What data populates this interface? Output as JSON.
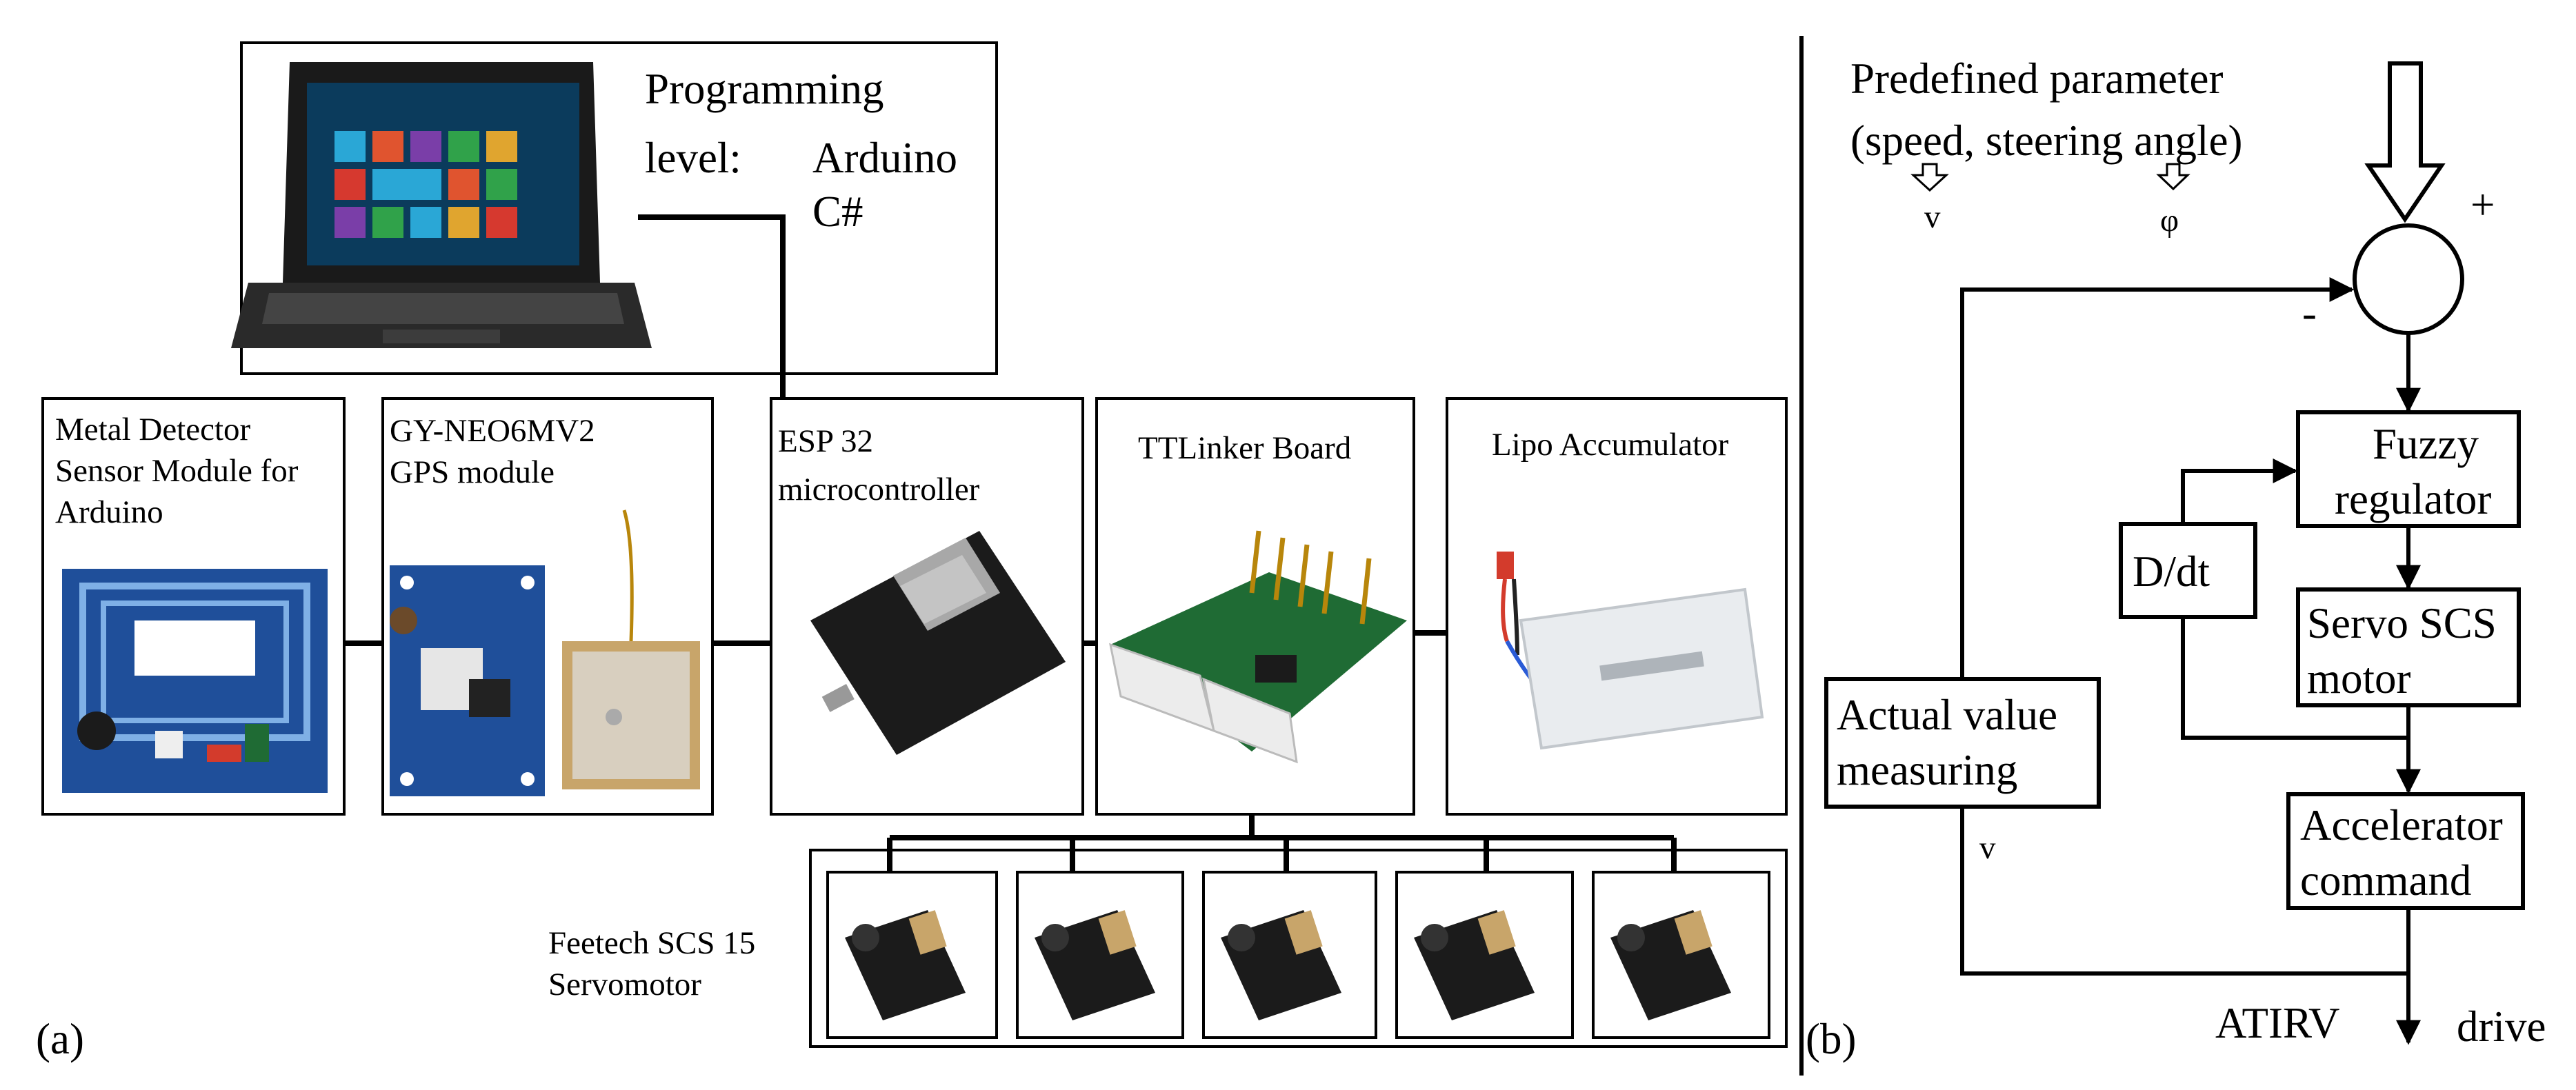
{
  "panel_a": {
    "label": "(a)",
    "laptop": {
      "line1": "Programming",
      "line2": "level:",
      "line3a": "Arduino",
      "line3b": "C#"
    },
    "metal_detector": {
      "line1": "Metal Detector",
      "line2": "Sensor Module for",
      "line3": "Arduino"
    },
    "gps": {
      "line1": "GY-NEO6MV2",
      "line2": "GPS module"
    },
    "esp32": {
      "line1": "ESP 32",
      "line2": "microcontroller"
    },
    "ttlinker": {
      "line1": "TTLinker Board"
    },
    "lipo": {
      "line1": "Lipo Accumulator"
    },
    "servo_group": {
      "line1": "Feetech SCS 15",
      "line2": "Servomotor"
    }
  },
  "panel_b": {
    "label": "(b)",
    "predefined": {
      "line1": "Predefined parameter",
      "line2": "(speed, steering angle)"
    },
    "v_symbol": "v",
    "phi_symbol": "φ",
    "plus": "+",
    "minus": "-",
    "fuzzy": {
      "line1": "Fuzzy",
      "line2": "regulator"
    },
    "ddt": "D/dt",
    "servo": {
      "line1": "Servo SCS",
      "line2": "motor"
    },
    "actual": {
      "line1": "Actual value",
      "line2": "measuring"
    },
    "accelerator": {
      "line1": "Accelerator",
      "line2": "command"
    },
    "feedback_v": "v",
    "output_left": "ATIRV",
    "output_right": "drive"
  },
  "colors": {
    "line": "#000000",
    "board_blue": "#1f4f9a",
    "board_dark": "#1b1b1b",
    "board_green": "#1f6b34",
    "battery": "#e9ecef",
    "wire_red": "#d33b2c"
  }
}
